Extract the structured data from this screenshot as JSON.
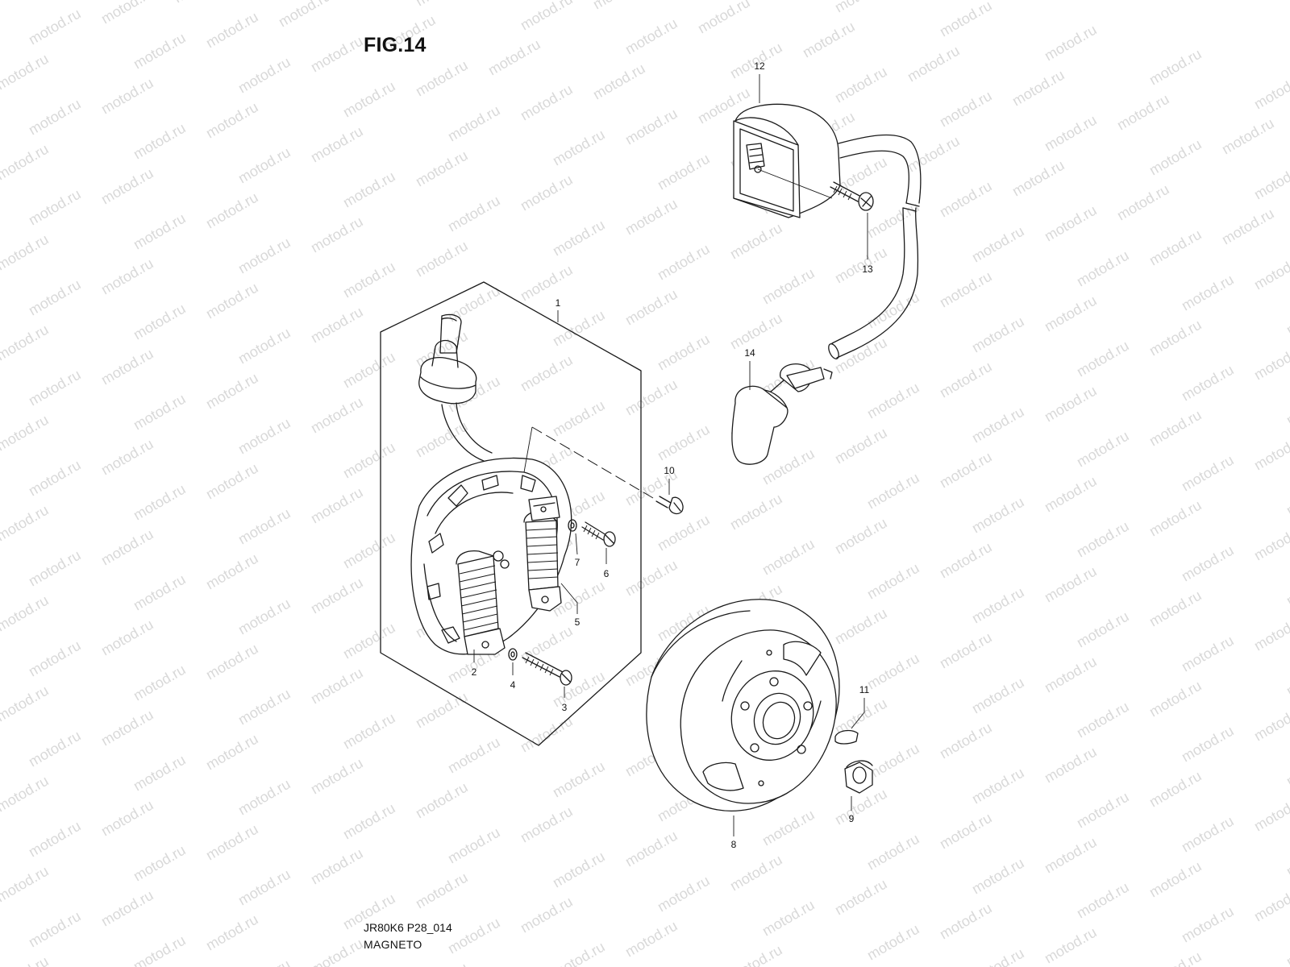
{
  "figure": {
    "title": "FIG.14",
    "code": "JR80K6 P28_014",
    "name": "MAGNETO",
    "watermark": "motod.ru"
  },
  "callouts": [
    "1",
    "2",
    "3",
    "4",
    "5",
    "6",
    "7",
    "8",
    "9",
    "10",
    "11",
    "12",
    "13",
    "14"
  ],
  "parts": {
    "stator_assembly": "1",
    "coil_left": "2",
    "screw_long": "3",
    "washer_lower": "4",
    "coil_right": "5",
    "screw_upper": "6",
    "washer_upper": "7",
    "rotor": "8",
    "nut": "9",
    "screw_small": "10",
    "key": "11",
    "ignition_coil": "12",
    "coil_bolt": "13",
    "spark_plug_cap": "14"
  }
}
